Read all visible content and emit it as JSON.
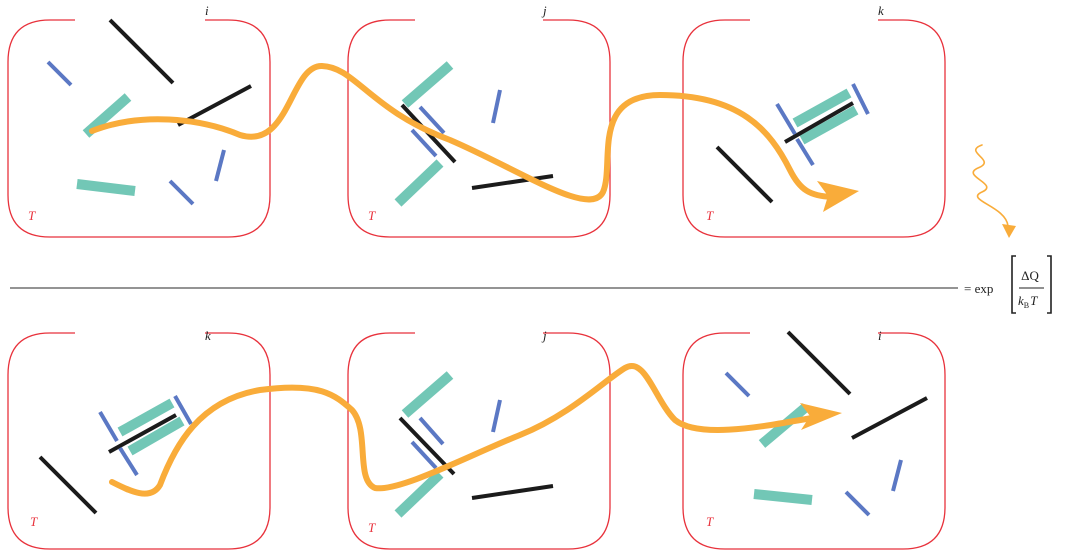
{
  "top_row": {
    "states": [
      {
        "id": "i",
        "temp": "T"
      },
      {
        "id": "j",
        "temp": "T"
      },
      {
        "id": "k",
        "temp": "T"
      }
    ]
  },
  "bottom_row": {
    "states": [
      {
        "id": "k",
        "temp": "T"
      },
      {
        "id": "j",
        "temp": "T"
      },
      {
        "id": "i",
        "temp": "T"
      }
    ]
  },
  "ratio": {
    "prefix": "= exp",
    "numerator": "ΔQ",
    "denominator_k": "k",
    "denominator_sub": "B",
    "denominator_T": "T"
  },
  "colors": {
    "box": "#e8323c",
    "path": "#f9ac3a",
    "black_rod": "#1b1b1b",
    "blue_rod": "#5b78c4",
    "teal_rod": "#72c7b6"
  }
}
